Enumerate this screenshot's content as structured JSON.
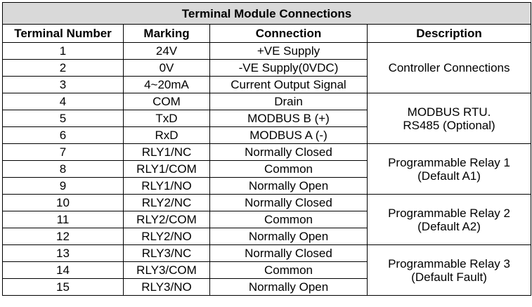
{
  "table": {
    "title": "Terminal Module Connections",
    "title_bg": "#d9d9d9",
    "headers": [
      "Terminal Number",
      "Marking",
      "Connection",
      "Description"
    ],
    "rows": [
      {
        "terminal": "1",
        "marking": "24V",
        "connection": "+VE Supply"
      },
      {
        "terminal": "2",
        "marking": "0V",
        "connection": "-VE Supply(0VDC)"
      },
      {
        "terminal": "3",
        "marking": "4~20mA",
        "connection": "Current Output Signal"
      },
      {
        "terminal": "4",
        "marking": "COM",
        "connection": "Drain"
      },
      {
        "terminal": "5",
        "marking": "TxD",
        "connection": "MODBUS B (+)"
      },
      {
        "terminal": "6",
        "marking": "RxD",
        "connection": "MODBUS A (-)"
      },
      {
        "terminal": "7",
        "marking": "RLY1/NC",
        "connection": "Normally Closed"
      },
      {
        "terminal": "8",
        "marking": "RLY1/COM",
        "connection": "Common"
      },
      {
        "terminal": "9",
        "marking": "RLY1/NO",
        "connection": "Normally Open"
      },
      {
        "terminal": "10",
        "marking": "RLY2/NC",
        "connection": "Normally Closed"
      },
      {
        "terminal": "11",
        "marking": "RLY2/COM",
        "connection": "Common"
      },
      {
        "terminal": "12",
        "marking": "RLY2/NO",
        "connection": "Normally Open"
      },
      {
        "terminal": "13",
        "marking": "RLY3/NC",
        "connection": "Normally Closed"
      },
      {
        "terminal": "14",
        "marking": "RLY3/COM",
        "connection": "Common"
      },
      {
        "terminal": "15",
        "marking": "RLY3/NO",
        "connection": "Normally Open"
      }
    ],
    "descriptions": [
      {
        "line1": "Controller Connections",
        "line2": ""
      },
      {
        "line1": "MODBUS RTU.",
        "line2": "RS485 (Optional)"
      },
      {
        "line1": "Programmable Relay 1",
        "line2": "(Default A1)"
      },
      {
        "line1": "Programmable Relay 2",
        "line2": "(Default A2)"
      },
      {
        "line1": "Programmable Relay 3",
        "line2": "(Default Fault)"
      }
    ]
  }
}
